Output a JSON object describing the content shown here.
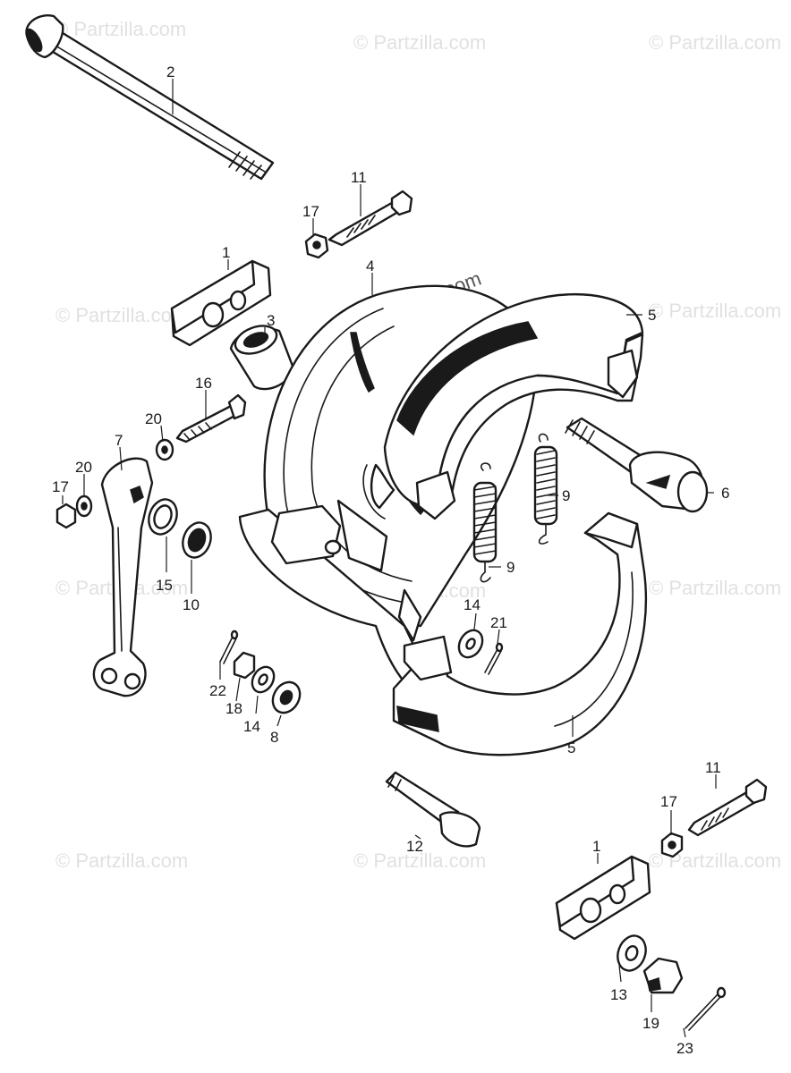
{
  "watermark": {
    "text": "© Partzilla.com"
  },
  "callouts": {
    "c1_top": "1",
    "c1_bottom": "1",
    "c2": "2",
    "c3": "3",
    "c4": "4",
    "c5_top": "5",
    "c5_bottom": "5",
    "c6": "6",
    "c7": "7",
    "c8": "8",
    "c9_right": "9",
    "c9_left": "9",
    "c10": "10",
    "c11_top": "11",
    "c11_bottom": "11",
    "c12": "12",
    "c13": "13",
    "c14_right": "14",
    "c14_left": "14",
    "c15": "15",
    "c16": "16",
    "c17_top": "17",
    "c17_left": "17",
    "c17_bottom": "17",
    "c18": "18",
    "c19": "19",
    "c20_top": "20",
    "c20_left": "20",
    "c21": "21",
    "c22": "22",
    "c23": "23"
  }
}
